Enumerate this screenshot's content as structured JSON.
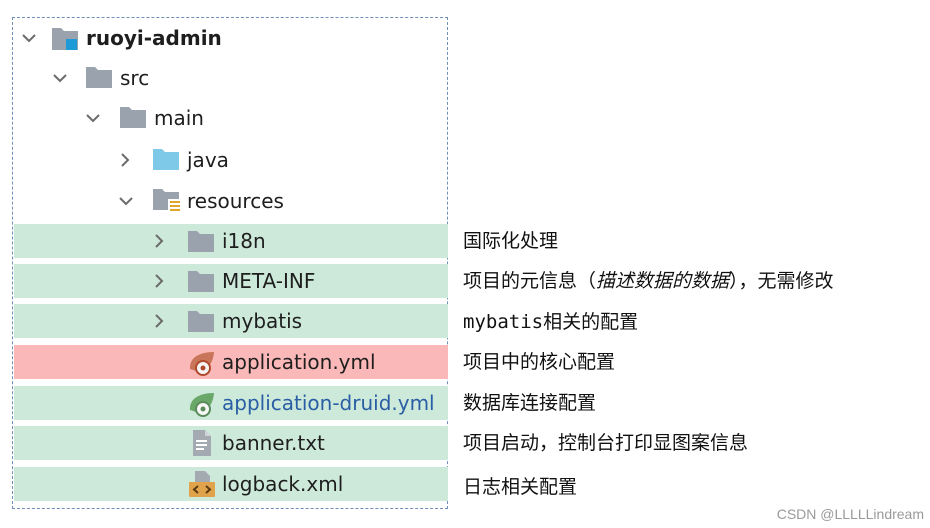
{
  "tree": {
    "root": {
      "label": "ruoyi-admin",
      "icon": "module-folder-icon"
    },
    "src": {
      "label": "src",
      "icon": "folder-icon"
    },
    "main": {
      "label": "main",
      "icon": "folder-icon"
    },
    "java": {
      "label": "java",
      "icon": "source-folder-icon"
    },
    "resources": {
      "label": "resources",
      "icon": "resources-folder-icon"
    },
    "i18n": {
      "label": "i18n",
      "icon": "folder-icon"
    },
    "meta_inf": {
      "label": "META-INF",
      "icon": "folder-icon"
    },
    "mybatis": {
      "label": "mybatis",
      "icon": "folder-icon"
    },
    "application_yml": {
      "label": "application.yml",
      "icon": "spring-yml-icon"
    },
    "application_druid_yml": {
      "label": "application-druid.yml",
      "icon": "spring-yml-icon"
    },
    "banner_txt": {
      "label": "banner.txt",
      "icon": "text-file-icon"
    },
    "logback_xml": {
      "label": "logback.xml",
      "icon": "xml-file-icon"
    }
  },
  "notes": {
    "i18n": "国际化处理",
    "meta_inf_prefix": "项目的元信息（",
    "meta_inf_italic": "描述数据的数据",
    "meta_inf_suffix": "），无需修改",
    "mybatis_mono": "mybatis",
    "mybatis_suffix": "相关的配置",
    "application_yml": "项目中的核心配置",
    "application_druid_yml": "数据库连接配置",
    "banner_txt": "项目启动，控制台打印显图案信息",
    "logback_xml": "日志相关配置"
  },
  "watermark": "CSDN @LLLLLindream",
  "colors": {
    "highlight_green": "#cde9da",
    "highlight_red": "#fbb8b8",
    "folder_gray": "#9aa3ad",
    "source_folder_blue": "#7ec8e8",
    "druid_label_blue": "#2a5ea4",
    "tree_border": "#6f8fb6"
  }
}
